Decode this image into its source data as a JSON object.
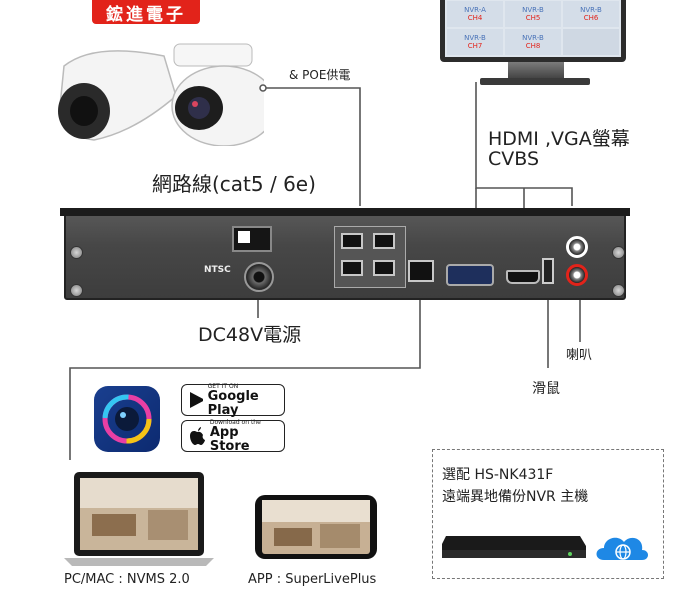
{
  "brand": {
    "name": "鋐進電子"
  },
  "monitor": {
    "cells": [
      {
        "nvr": "NVR-A",
        "ch": "CH4"
      },
      {
        "nvr": "NVR-B",
        "ch": "CH5"
      },
      {
        "nvr": "NVR-B",
        "ch": "CH6"
      },
      {
        "nvr": "NVR-B",
        "ch": "CH7"
      },
      {
        "nvr": "NVR-B",
        "ch": "CH8"
      },
      {
        "nvr": "",
        "ch": ""
      }
    ]
  },
  "labels": {
    "poe": "& POE供電",
    "cable": "網路線(cat5 / 6e)",
    "display_line1": "HDMI ,VGA螢幕",
    "display_line2": "CVBS",
    "power": "DC48V電源",
    "speaker": "喇叭",
    "mouse": "滑鼠",
    "ntsc": "NTSC"
  },
  "stores": {
    "google_small": "GET IT ON",
    "google_big": "Google Play",
    "apple_small": "Download on the",
    "apple_big": "App Store"
  },
  "captions": {
    "pc": "PC/MAC : NVMS 2.0",
    "app": "APP : SuperLivePlus"
  },
  "backup": {
    "line1": "選配  HS-NK431F",
    "line2": "遠端異地備份NVR 主機"
  },
  "colors": {
    "brand_red": "#e2231a",
    "app_blue": "#1a3f8f",
    "nvr_body": "#474747"
  }
}
